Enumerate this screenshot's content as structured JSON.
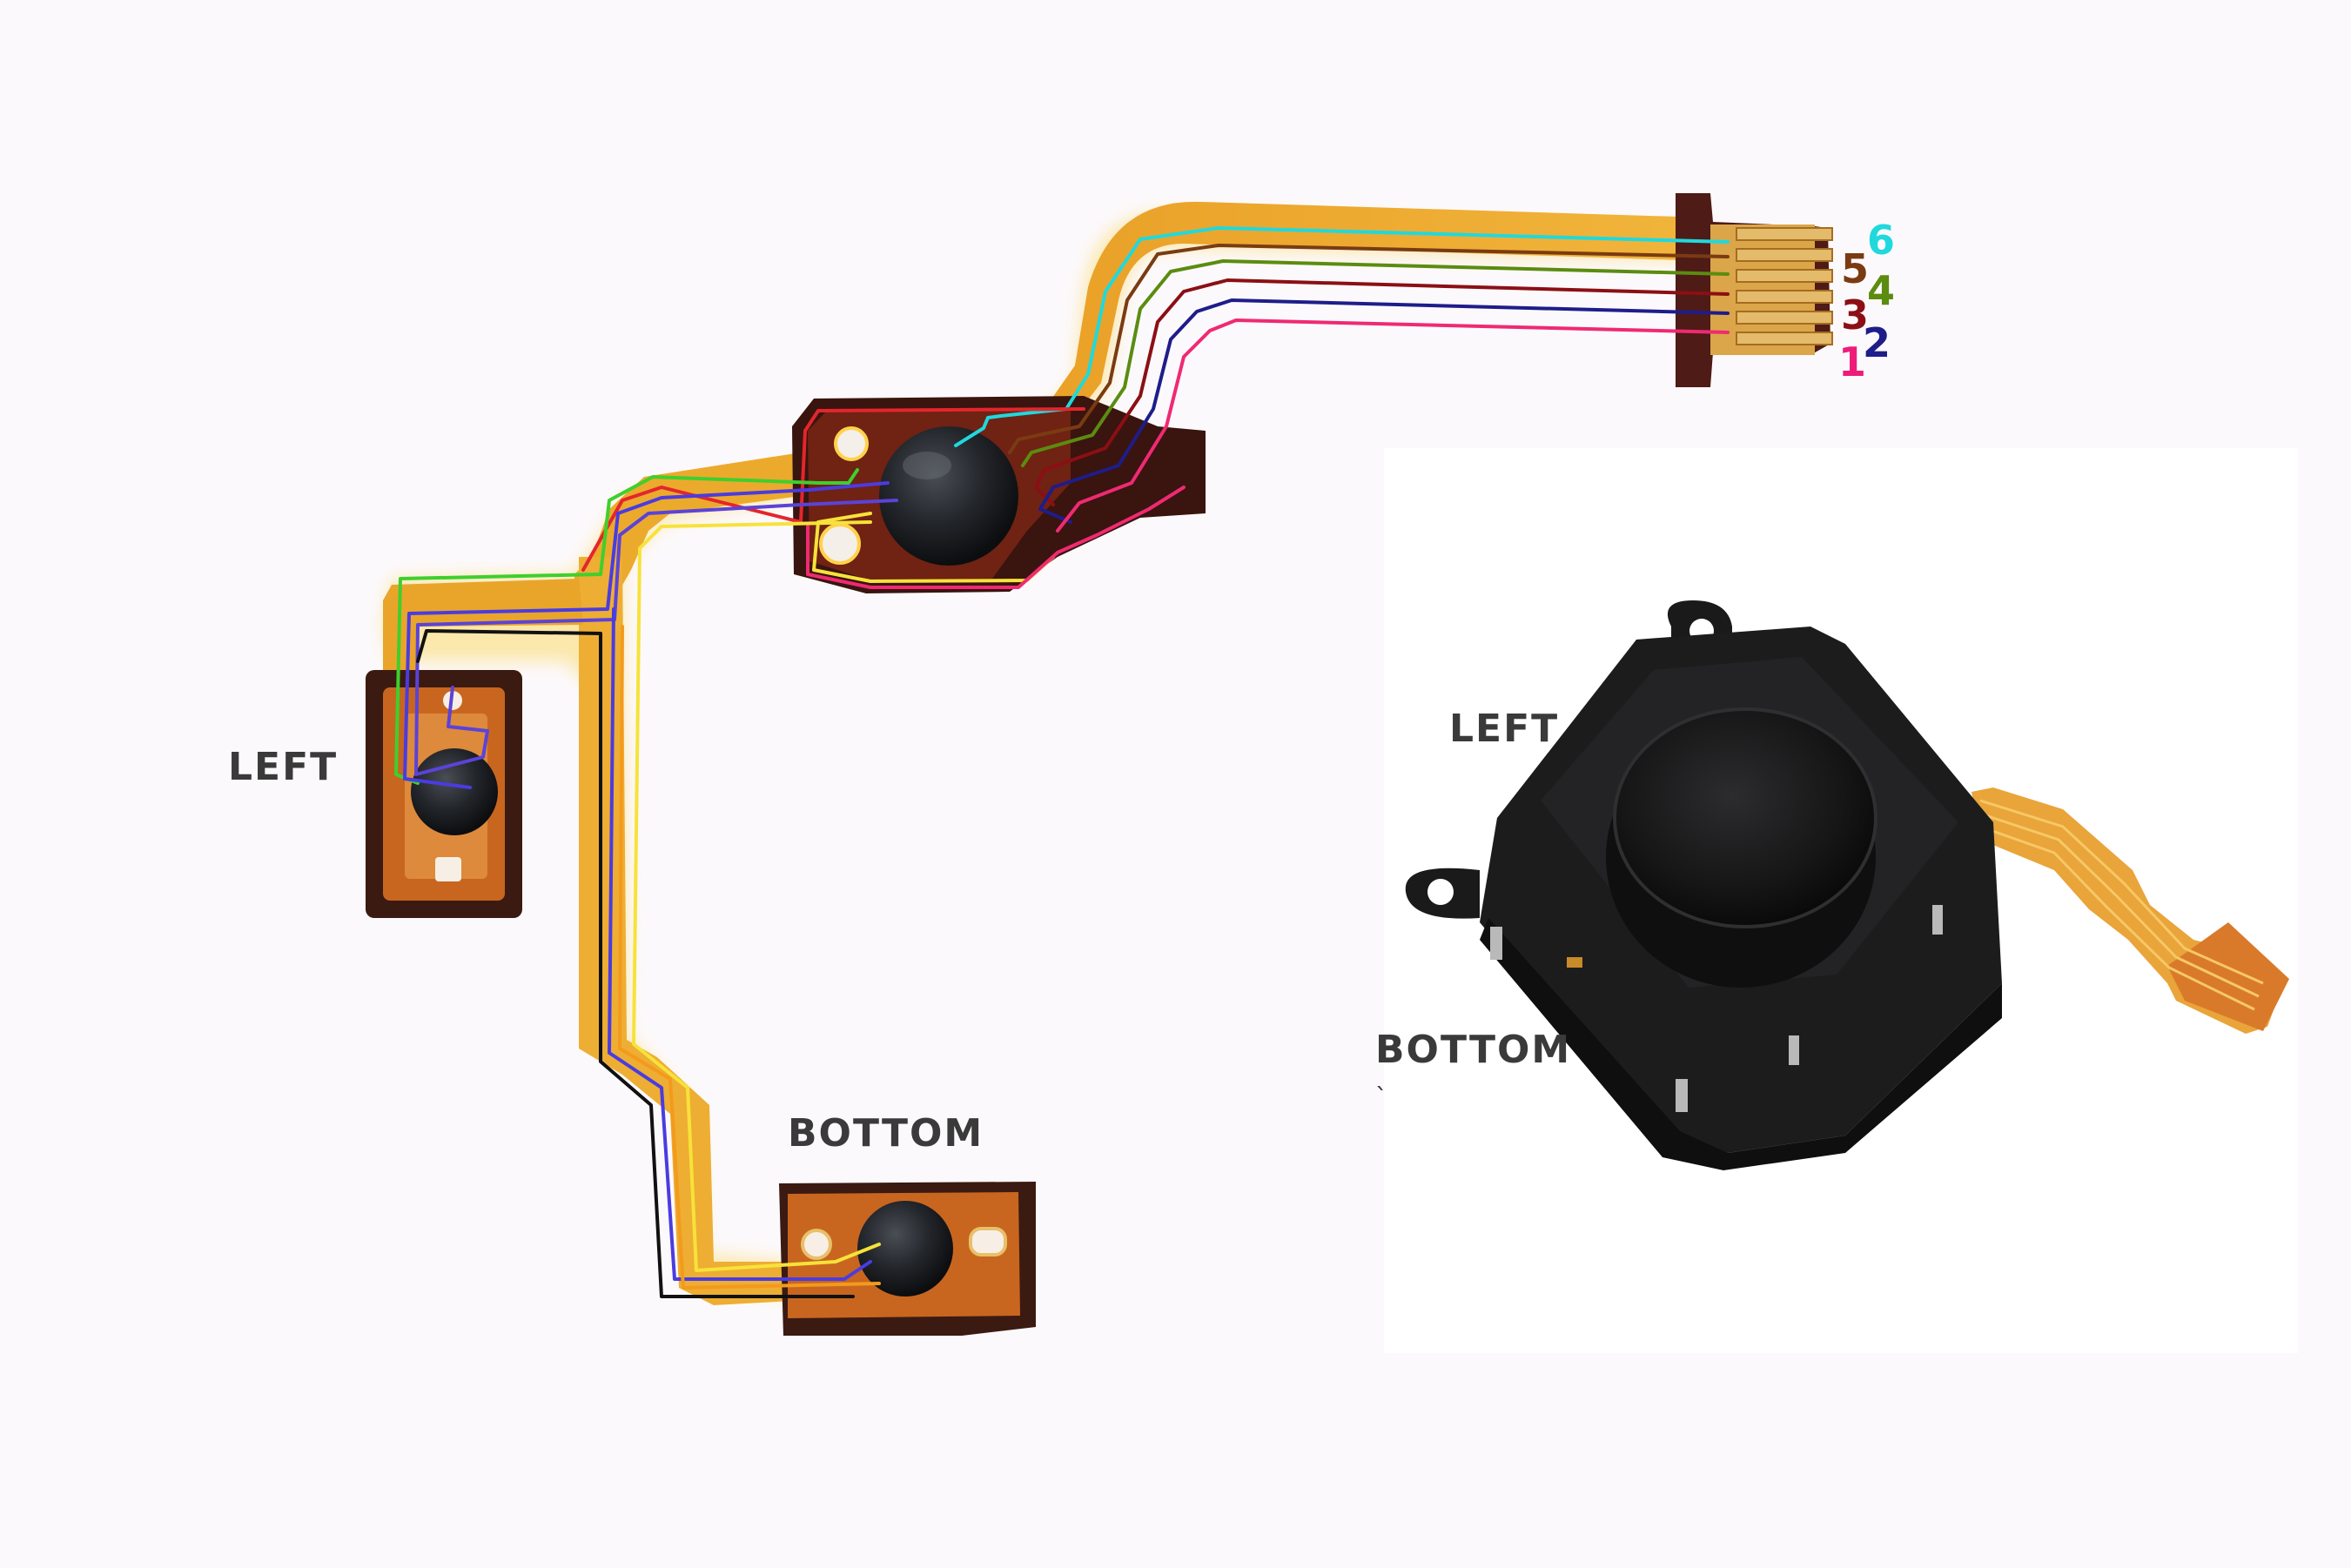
{
  "labels": {
    "left_flex": "LEFT",
    "bottom_flex": "BOTTOM",
    "left_stick": "LEFT",
    "bottom_stick": "BOTTOM",
    "tick_mark": "`"
  },
  "pins": [
    {
      "number": "1",
      "color": "#ee1c78"
    },
    {
      "number": "2",
      "color": "#1e1d8a"
    },
    {
      "number": "3",
      "color": "#8b0f14"
    },
    {
      "number": "4",
      "color": "#5b8c10"
    },
    {
      "number": "5",
      "color": "#7a3b12"
    },
    {
      "number": "6",
      "color": "#1fd9dd"
    }
  ],
  "colors": {
    "flex": "#e6a01c",
    "flex_glow": "#fbe9a8",
    "copper": "#c8651e",
    "sensor": "#1d1f22",
    "stick_body": "#1a1a1a",
    "trace_black": "#111111",
    "trace_yellow": "#f7e23a",
    "trace_green": "#3fcf2e",
    "trace_blue": "#4a3ce0",
    "trace_red": "#e3262c",
    "trace_magenta": "#ef2a72"
  }
}
